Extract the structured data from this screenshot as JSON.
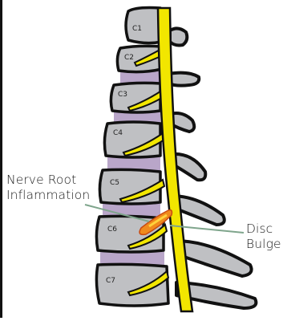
{
  "vertebra_labels": [
    "C1",
    "C2",
    "C3",
    "C4",
    "C5",
    "C6",
    "C7"
  ],
  "annotations": {
    "nerve_root": {
      "line1": "Nerve Root",
      "line2": "Inflammation"
    },
    "disc_bulge": {
      "line1": "Disc",
      "line2": "Bulge"
    }
  },
  "colors": {
    "vertebra_fill": "#bfc0c3",
    "vertebra_outline": "#111111",
    "disc": "#b9a6c9",
    "spinal_cord": "#f2e600",
    "inflammation": "#f08a1c",
    "leader_line": "#7fa58c",
    "left_border": "#111111"
  }
}
